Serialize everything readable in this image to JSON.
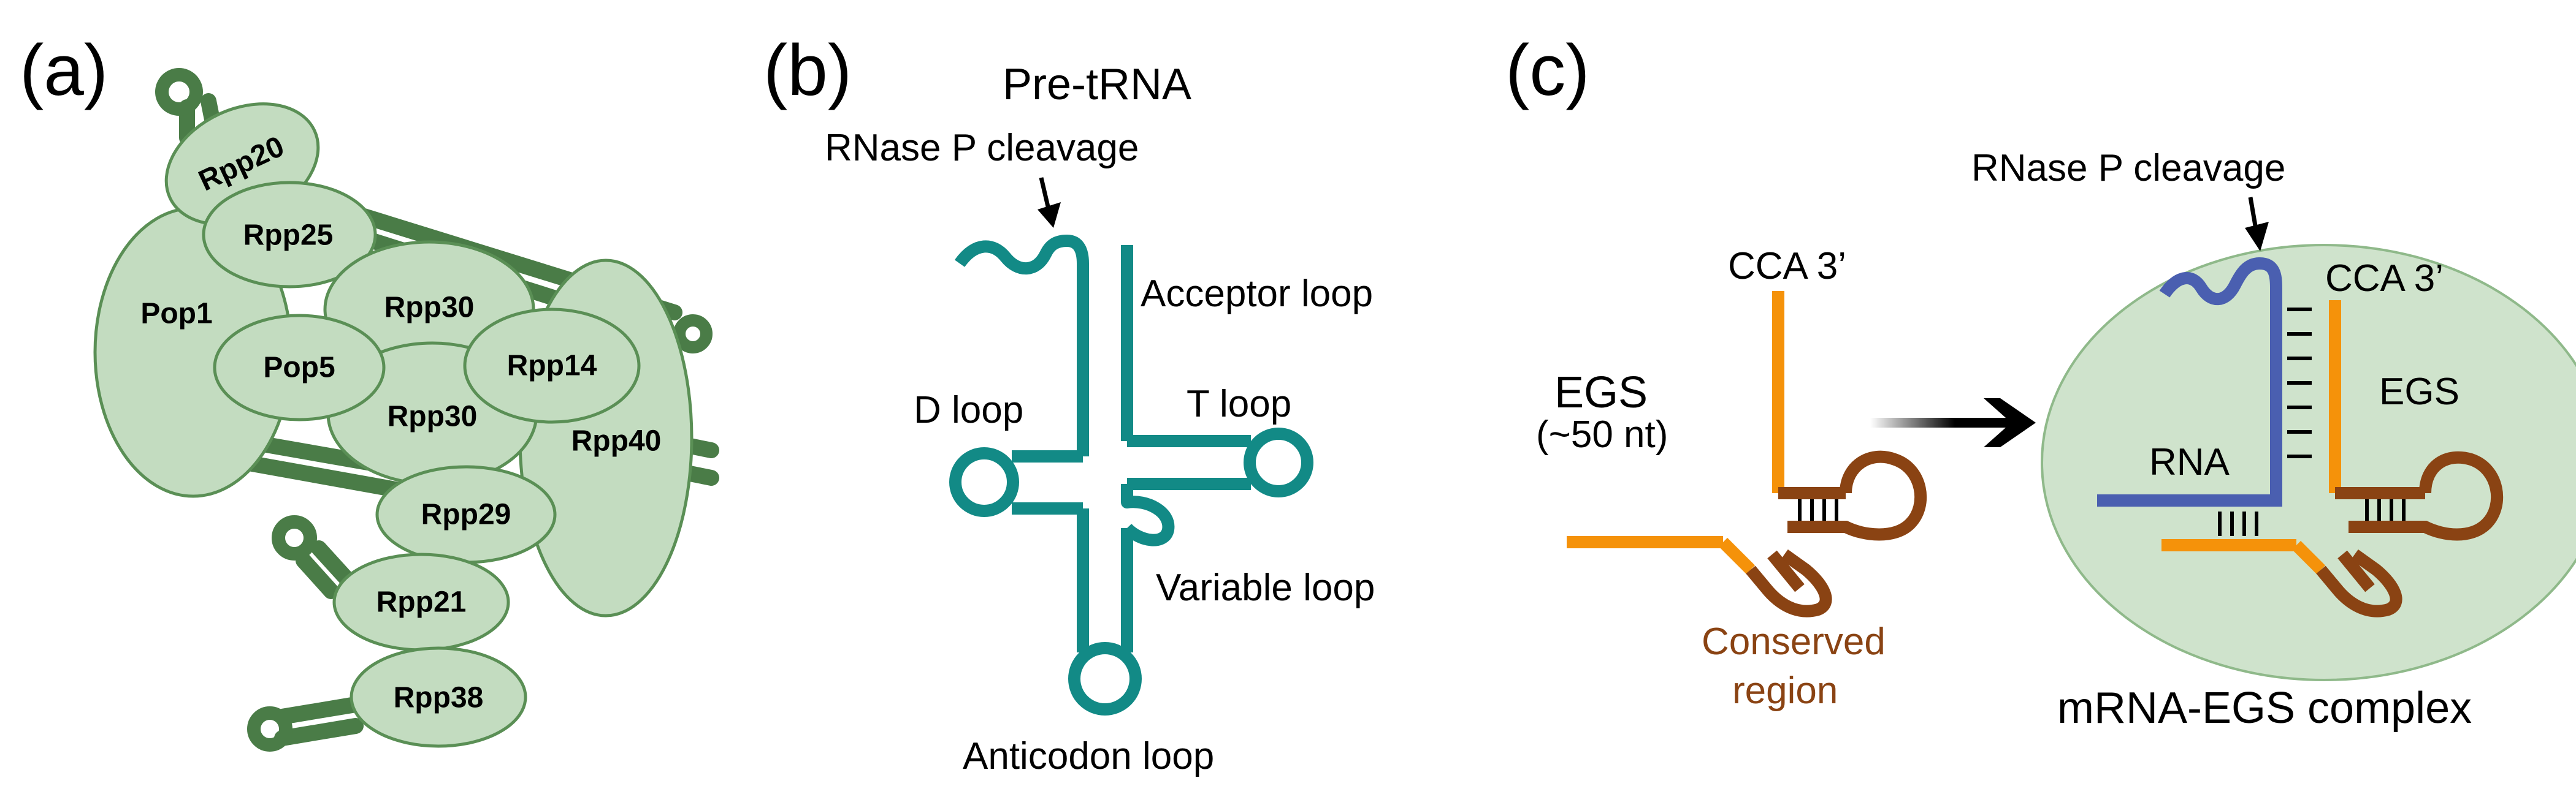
{
  "panels": {
    "a": {
      "label": "(a)",
      "proteins": {
        "rpp20": "Rpp20",
        "rpp25": "Rpp25",
        "pop1": "Pop1",
        "rpp30_top": "Rpp30",
        "pop5": "Pop5",
        "rpp14": "Rpp14",
        "rpp30_bottom": "Rpp30",
        "rpp40": "Rpp40",
        "rpp29": "Rpp29",
        "rpp21": "Rpp21",
        "rpp38": "Rpp38"
      }
    },
    "b": {
      "label": "(b)",
      "title": "Pre-tRNA",
      "cleavage": "RNase P cleavage",
      "acceptor": "Acceptor loop",
      "d_loop": "D loop",
      "t_loop": "T loop",
      "variable": "Variable loop",
      "anticodon": "Anticodon loop"
    },
    "c": {
      "label": "(c)",
      "cca_left": "CCA 3’",
      "egs_title": "EGS",
      "egs_size": "(~50 nt)",
      "conserved_line1": "Conserved",
      "conserved_line2": "region",
      "cleavage": "RNase P cleavage",
      "cca_right": "CCA 3’",
      "egs_right": "EGS",
      "rna": "RNA",
      "complex": "mRNA-EGS complex"
    }
  },
  "colors": {
    "protein_fill": "#c3dcc0",
    "protein_stroke": "#5a8f55",
    "rna_strand": "#4a7c47",
    "trna": "#128a86",
    "egs_orange": "#f5920a",
    "conserved_brown": "#8a4313",
    "mrna_blue": "#4a5fb0",
    "complex_fill": "#cfe3cc",
    "text": "#000000"
  }
}
